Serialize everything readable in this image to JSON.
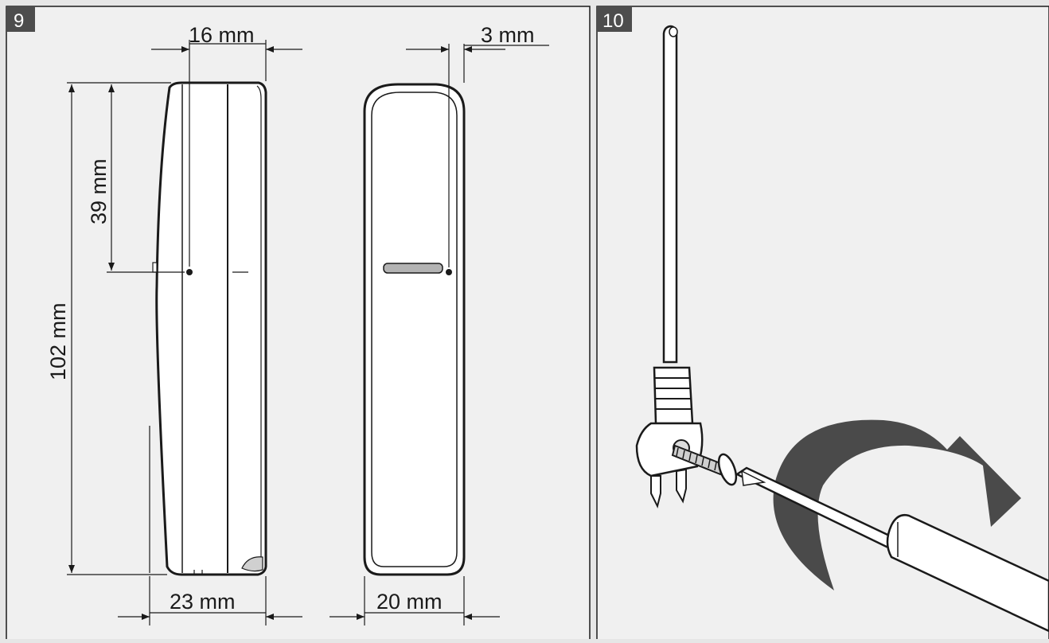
{
  "panels": [
    {
      "number": "9"
    },
    {
      "number": "10"
    }
  ],
  "dimensions": {
    "top_width": "16 mm",
    "top_offset": "3 mm",
    "upper_height": "39 mm",
    "total_height": "102 mm",
    "bottom_depth": "23 mm",
    "bottom_width": "20 mm"
  },
  "colors": {
    "background": "#e6e6e6",
    "panel": "#f0f0f0",
    "line": "#1a1a1a",
    "badge": "#4d4d4d",
    "arrow": "#4a4a4a",
    "label_bar": "#b3b3b3"
  },
  "icons": [
    "screwdriver-icon",
    "rotation-arrow-icon",
    "screw-icon",
    "wire-terminal-icon"
  ]
}
